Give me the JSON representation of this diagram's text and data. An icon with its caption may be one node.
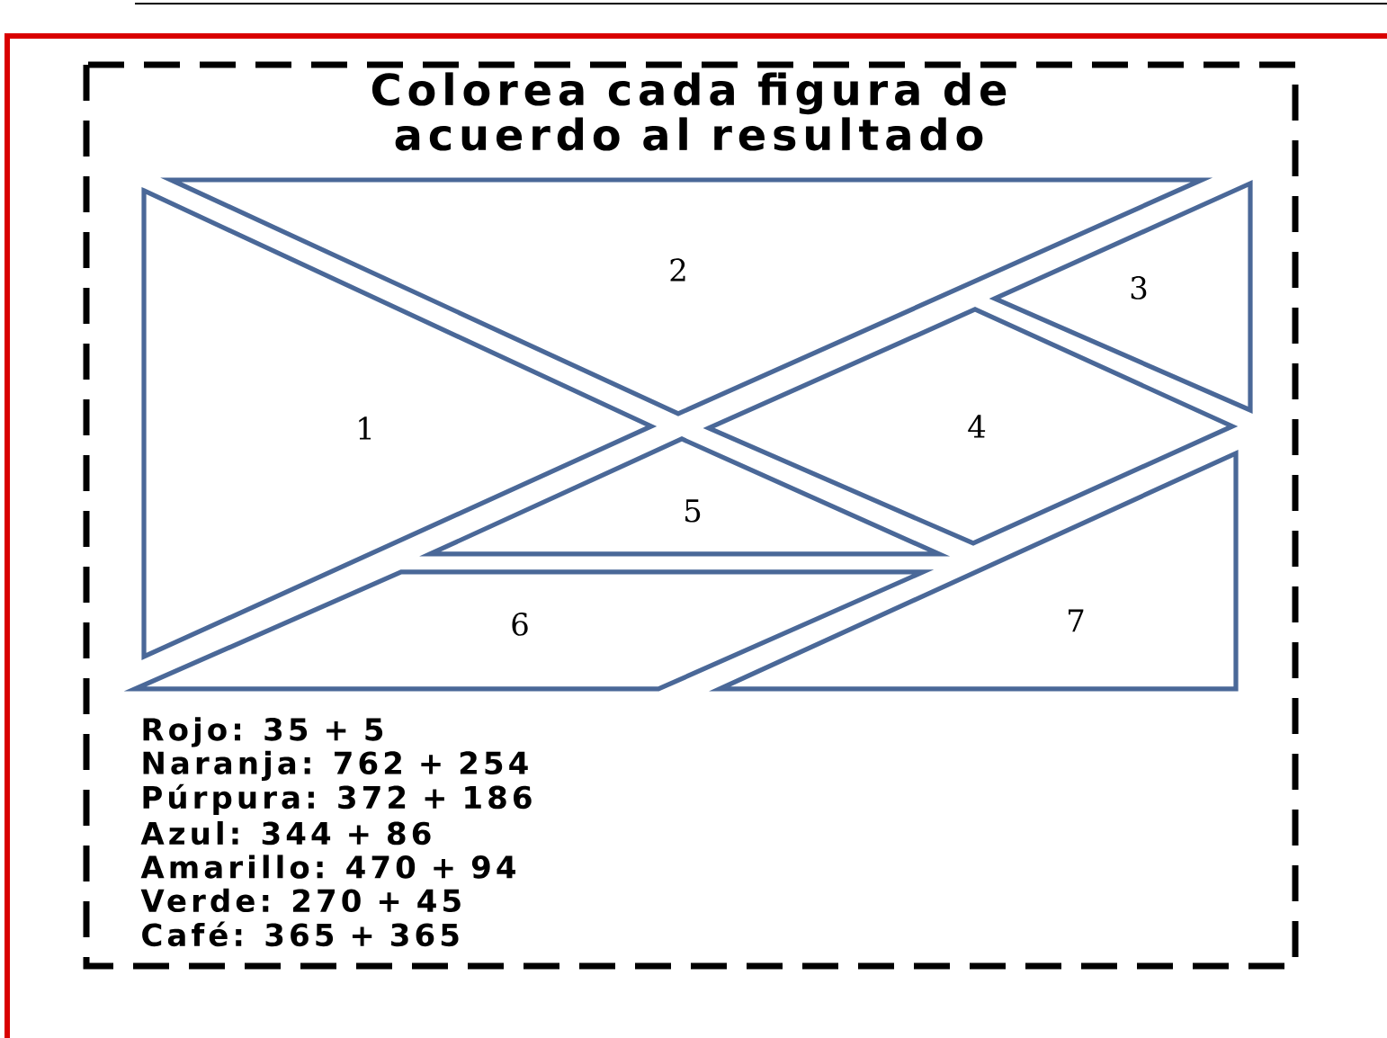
{
  "diagram": {
    "title": "Colorea cada figura de acuerdo al resultado",
    "nodes": [
      {
        "text": [
          "1"
        ]
      },
      {
        "text": [
          "2"
        ]
      },
      {
        "text": [
          "3"
        ]
      },
      {
        "text": [
          "4"
        ]
      },
      {
        "text": [
          "5"
        ]
      },
      {
        "text": [
          "6"
        ]
      },
      {
        "text": [
          "7"
        ]
      }
    ],
    "labels": [
      "Rojo: 35 + 5",
      "Naranja: 762 + 254",
      "Púrpura: 372 + 186",
      "Azul: 344 + 86",
      "Amarillo: 470 + 94",
      "Verde: 270 + 45",
      "Café: 365 + 365"
    ]
  }
}
